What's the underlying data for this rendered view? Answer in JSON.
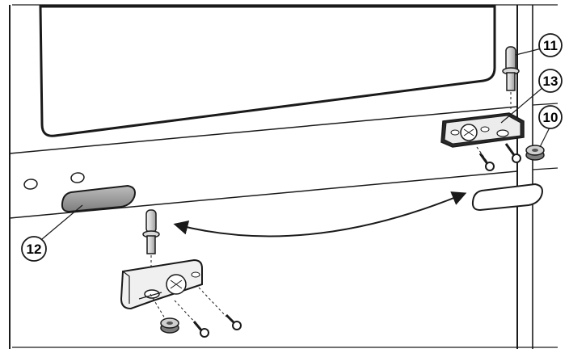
{
  "diagram": {
    "callouts": [
      {
        "id": "11",
        "label": "11"
      },
      {
        "id": "13",
        "label": "13"
      },
      {
        "id": "10",
        "label": "10"
      },
      {
        "id": "12",
        "label": "12"
      }
    ]
  },
  "colors": {
    "line": "#1a1a1a",
    "panel_fill": "#ffffff",
    "part_fill": "#e6e6e6",
    "part_dark": "#2a2a2a",
    "shading": "#8a8a8a"
  },
  "icons": {
    "move_arrow": "double-headed-curved-arrow",
    "hinge": "hinge-bracket",
    "pin": "hinge-pin",
    "screw": "screw",
    "washer": "washer",
    "cover": "hole-cover-cap"
  }
}
